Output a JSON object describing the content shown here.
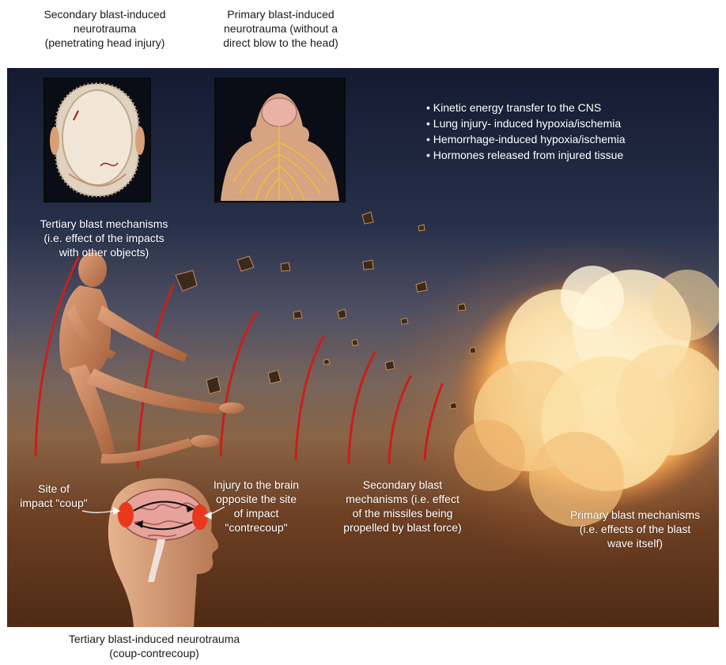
{
  "captions": {
    "top_left": [
      "Secondary blast-induced",
      "neurotrauma",
      "(penetrating head injury)"
    ],
    "top_middle": [
      "Primary blast-induced",
      "neurotrauma (without a",
      "direct blow to the head)"
    ],
    "bottom": [
      "Tertiary blast-induced neurotrauma",
      "(coup-contrecoup)"
    ]
  },
  "bullets": [
    "Kinetic energy transfer to the CNS",
    "Lung injury- induced hypoxia/ischemia",
    "Hemorrhage-induced hypoxia/ischemia",
    "Hormones released from injured tissue"
  ],
  "labels": {
    "tertiary_mechanisms": [
      "Tertiary blast mechanisms",
      "(i.e. effect of the impacts",
      "with other objects)"
    ],
    "coup": [
      "Site of",
      "impact \"coup\""
    ],
    "contrecoup": [
      "Injury to the brain",
      "opposite the site",
      "of impact",
      "\"contrecoup\""
    ],
    "secondary_mechanisms": [
      "Secondary blast",
      "mechanisms (i.e. effect",
      "of the missiles being",
      "propelled by blast force)"
    ],
    "primary_mechanisms": [
      "Primary blast mechanisms",
      "(i.e. effects of the blast",
      "wave itself)"
    ]
  },
  "colors": {
    "wave": "#c8201a",
    "skin": "#c8835a",
    "fire": "#f3c17a"
  }
}
